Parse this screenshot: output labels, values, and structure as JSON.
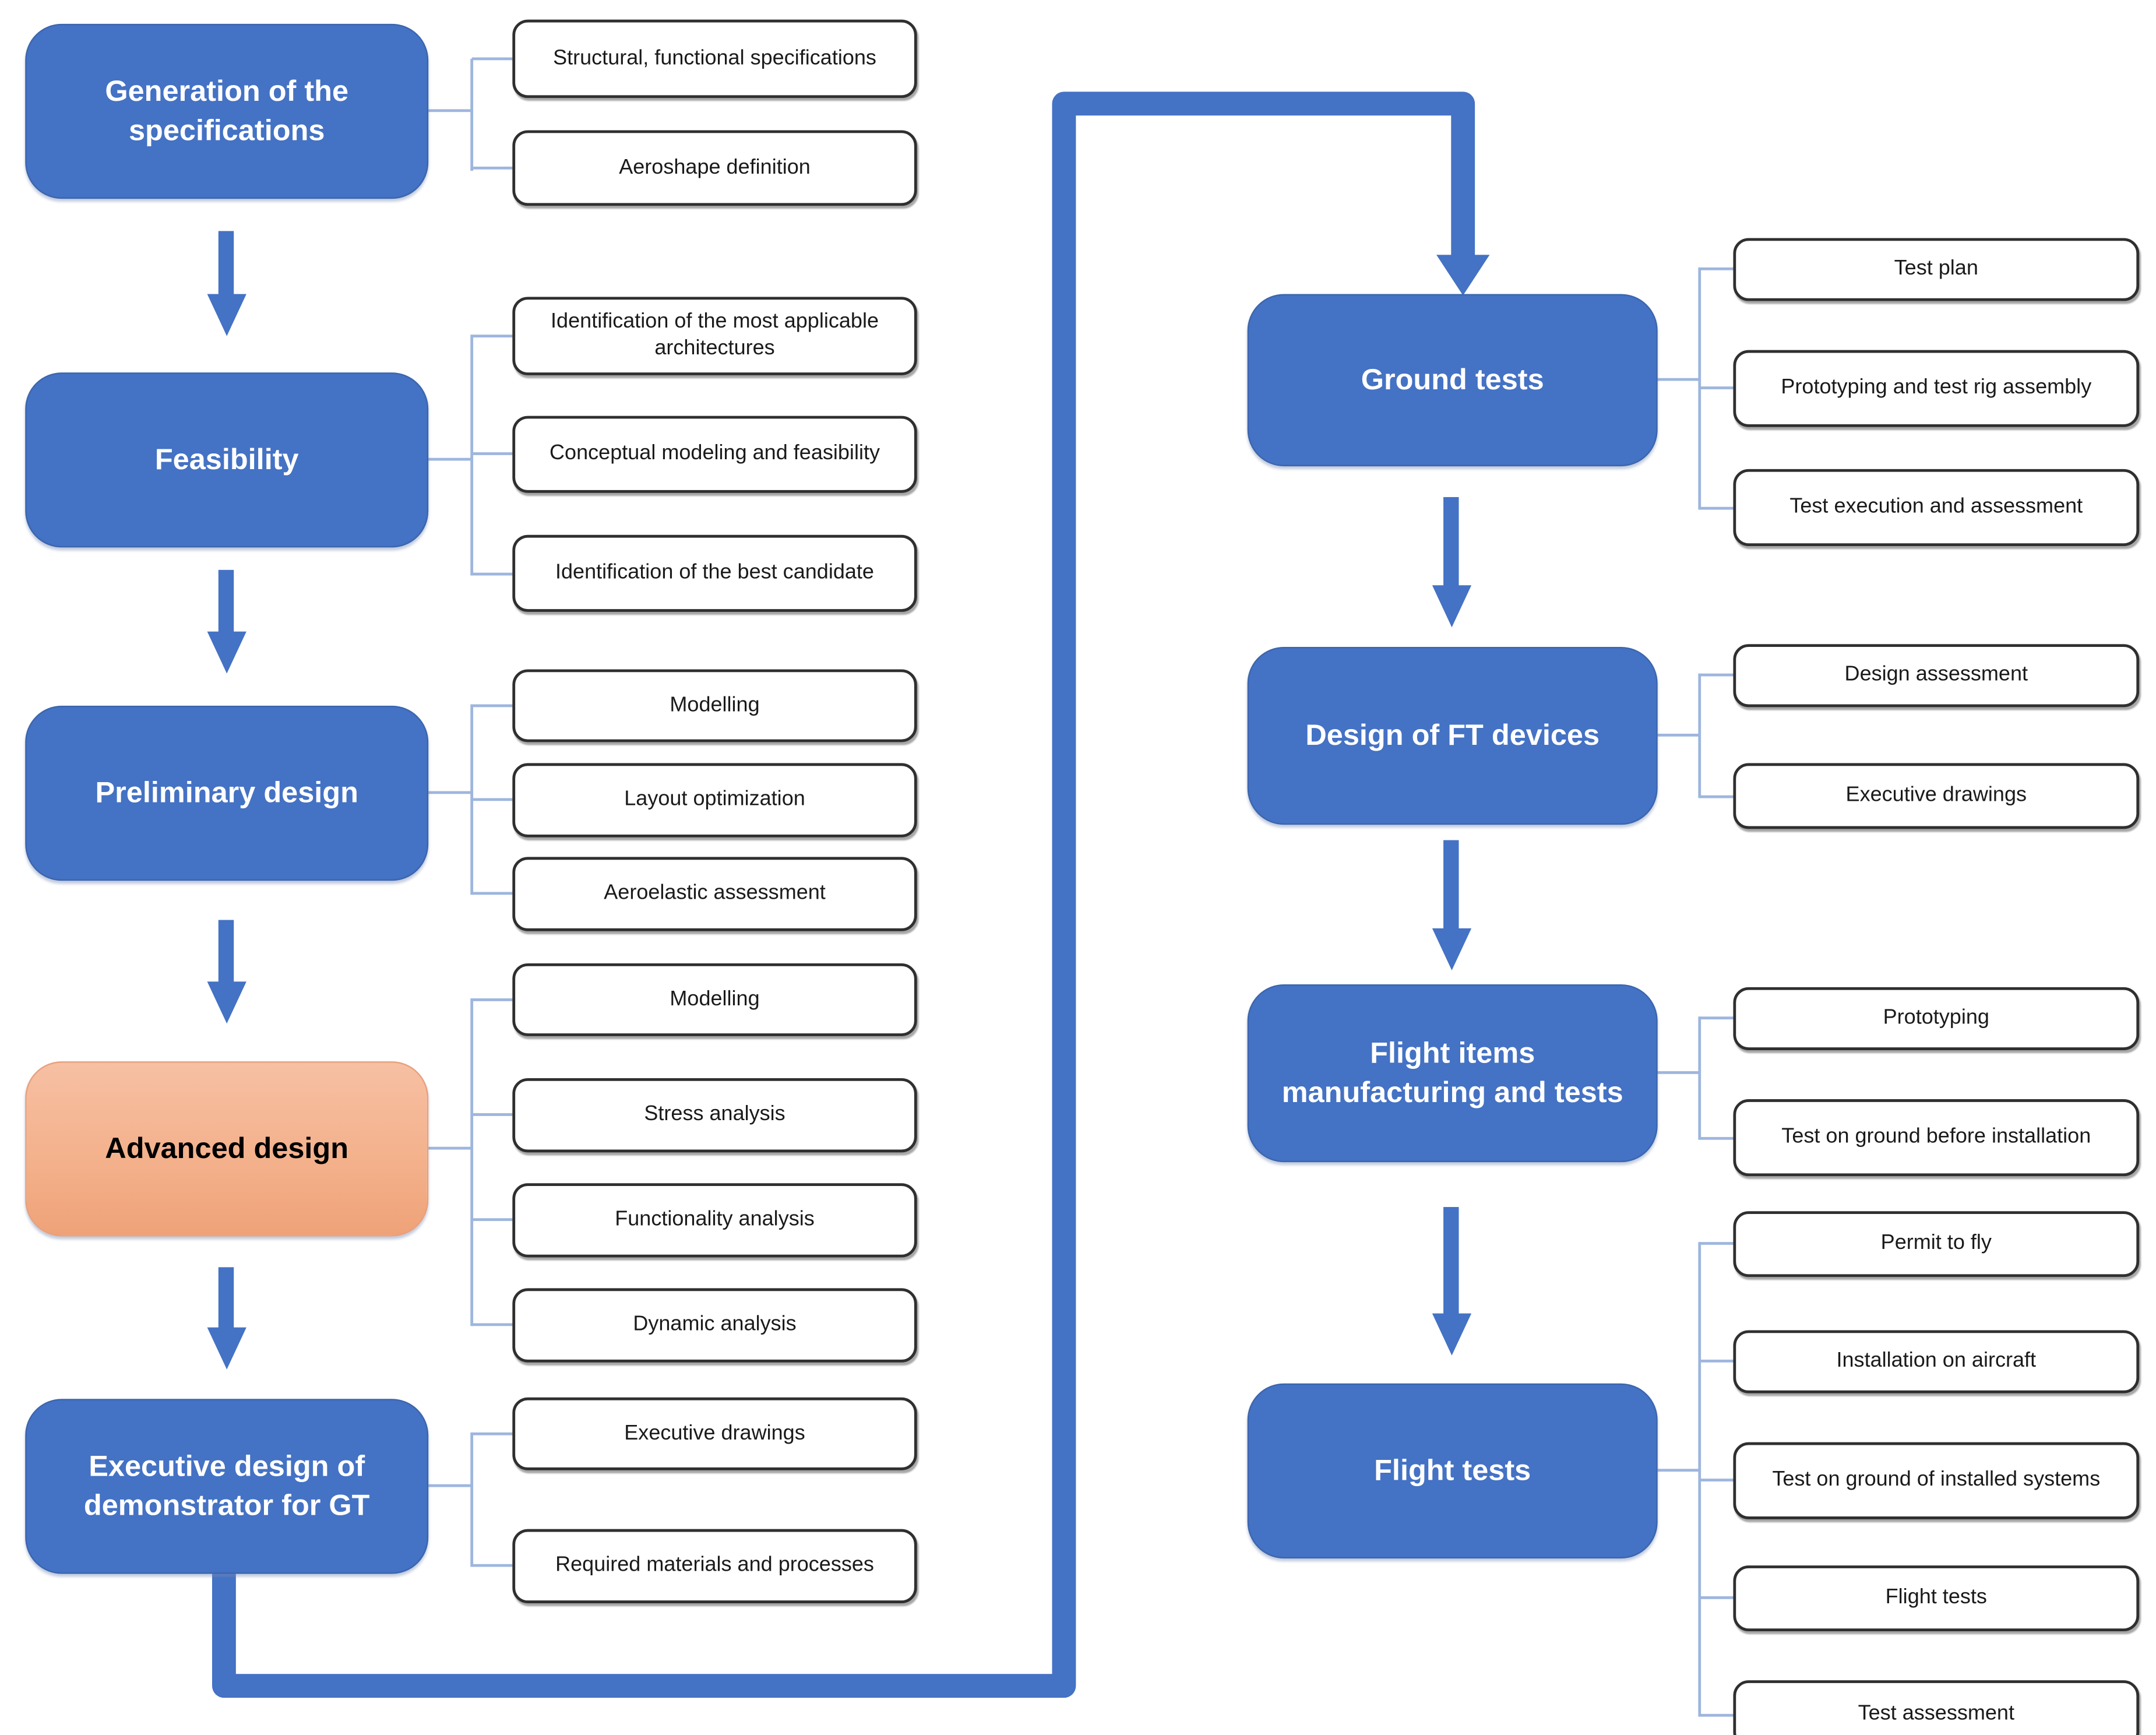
{
  "diagram": {
    "type": "flowchart",
    "background": "#ffffff",
    "colors": {
      "stage_blue": "#4472C4",
      "stage_orange_top": "#F7C0A3",
      "stage_orange_bottom": "#EFA278",
      "stage_text": "#FFFFFF",
      "orange_stage_text": "#000000",
      "arrow_blue": "#4472C4",
      "bracket_line": "#9EB6DE",
      "task_fill": "#FFFFFF",
      "task_border": "#2F2F2F",
      "task_text": "#1A1A1A"
    },
    "left_column": {
      "stages": [
        {
          "label": "Generation of the specifications",
          "highlight": false,
          "tasks": [
            "Structural, functional specifications",
            "Aeroshape definition"
          ]
        },
        {
          "label": "Feasibility",
          "highlight": false,
          "tasks": [
            "Identification of the most applicable architectures",
            "Conceptual modeling  and feasibility",
            "Identification of the best candidate"
          ]
        },
        {
          "label": "Preliminary design",
          "highlight": false,
          "tasks": [
            "Modelling",
            "Layout optimization",
            "Aeroelastic assessment"
          ]
        },
        {
          "label": "Advanced design",
          "highlight": true,
          "tasks": [
            "Modelling",
            "Stress analysis",
            "Functionality analysis",
            "Dynamic analysis"
          ]
        },
        {
          "label": "Executive design of demonstrator for GT",
          "highlight": false,
          "tasks": [
            "Executive drawings",
            "Required materials and processes"
          ]
        }
      ]
    },
    "right_column": {
      "stages": [
        {
          "label": "Ground tests",
          "tasks": [
            "Test plan",
            "Prototyping and test rig assembly",
            "Test execution and assessment"
          ]
        },
        {
          "label": "Design of FT devices",
          "tasks": [
            "Design assessment",
            "Executive drawings"
          ]
        },
        {
          "label": "Flight  items manufacturing and tests",
          "tasks": [
            "Prototyping",
            "Test on ground before installation"
          ]
        },
        {
          "label": "Flight tests",
          "tasks": [
            "Permit to fly",
            "Installation on aircraft",
            "Test on ground of installed systems",
            "Flight tests",
            "Test assessment"
          ]
        }
      ]
    }
  }
}
